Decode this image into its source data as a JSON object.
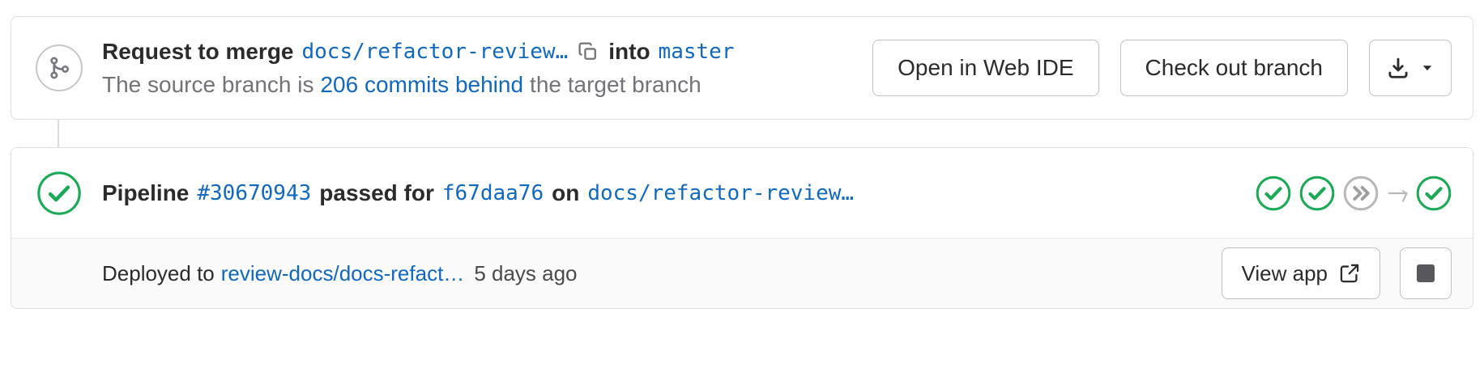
{
  "colors": {
    "link_blue": "#1068bf",
    "success_green": "#1aaa55",
    "skipped_gray": "#b8b8b8",
    "card_border": "#dfdfdf",
    "footer_bg": "#fafafa",
    "text_primary": "#2b2b2b",
    "text_secondary": "#737278"
  },
  "mr_header": {
    "request_prefix": "Request to merge",
    "source_branch": "docs/refactor-review…",
    "into_label": "into",
    "target_branch": "master",
    "behind_prefix": "The source branch is",
    "behind_link": "206 commits behind",
    "behind_suffix": "the target branch",
    "open_web_ide": "Open in Web IDE",
    "checkout_branch": "Check out branch"
  },
  "icons": {
    "merge_request": "git-merge-icon",
    "copy": "copy-to-clipboard-icon",
    "download": "download-icon",
    "dropdown_caret": "chevron-down-icon",
    "status_passed": "status-passed-check-icon",
    "status_skipped": "status-skipped-double-chevron-icon",
    "downstream_arrow": "right-arrow-icon",
    "external_link": "external-link-icon",
    "stop": "stop-square-icon"
  },
  "pipeline": {
    "label": "Pipeline",
    "id_link": "#30670943",
    "passed_for": "passed for",
    "commit_sha": "f67daa76",
    "on_label": "on",
    "branch": "docs/refactor-review…",
    "stages": [
      {
        "status": "passed"
      },
      {
        "status": "passed"
      },
      {
        "status": "skipped"
      }
    ],
    "downstream_status": "passed"
  },
  "deploy": {
    "deployed_to": "Deployed to",
    "environment": "review-docs/docs-refact…",
    "time_ago": "5 days ago",
    "view_app": "View app"
  }
}
